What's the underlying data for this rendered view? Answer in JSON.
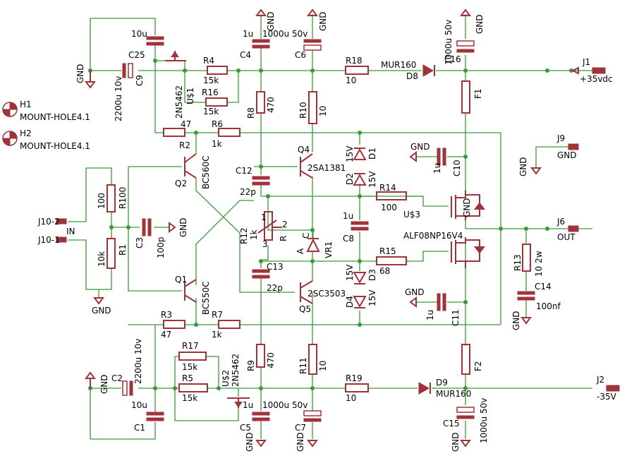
{
  "labels": {
    "H1": "H1",
    "MH1": "MOUNT-HOLE4.1",
    "H2": "H2",
    "MH2": "MOUNT-HOLE4.1",
    "C25v": "10u",
    "C25": "C25",
    "C9v": "2200u 10v",
    "C9": "C9",
    "GNDc9": "GND",
    "R4": "R4",
    "R4v": "15k",
    "R16": "R16",
    "R16v": "15k",
    "U1": "U$1",
    "U1v": "2N5462",
    "C4v": "1u",
    "C4": "C4",
    "GNDc4": "GND",
    "C6v": "1000u 50v",
    "C6": "C6",
    "GNDc6": "GND",
    "R8": "R8",
    "R8v": "470",
    "R10": "R10",
    "R10v": "10",
    "R18": "R18",
    "R18v": "10",
    "D8v": "MUR160",
    "D8": "D8",
    "C16": "C16",
    "C16v": "1000u 50v",
    "GNDc16": "GND",
    "F1": "F1",
    "J1": "J1",
    "J1v": "+35vdc",
    "R2v": "47",
    "R2": "R2",
    "R6": "R6",
    "R6v": "1k",
    "Q2": "Q2",
    "Q2v": "BC560C",
    "Q4": "Q4",
    "Q4v": "2SA1381",
    "C12": "C12",
    "C12v": "22p",
    "D1": "D1",
    "D1v": "15V",
    "D2": "D2",
    "D2v": "15V",
    "GNDc10": "GND",
    "C10v": "1u",
    "C10": "C10",
    "J9": "J9",
    "GNDj9": "GND",
    "GNDj9b": "GND",
    "R100": "R100",
    "R100v": "100",
    "R1": "R1",
    "R1v": "10k",
    "C3": "C3",
    "C3v": "100p",
    "GNDc3": "GND",
    "J102": "J10-2",
    "J101": "J10-1",
    "IN": "IN",
    "R12": "R12",
    "R12v": "1k",
    "pin1": "1",
    "pin2": "2",
    "pin3": "3",
    "Rp": "R",
    "A": "A",
    "Cv": "C",
    "VR1": "VR1",
    "R14": "R14",
    "R14v": "100",
    "U3": "U$3",
    "C8v": "1u",
    "C8": "C8",
    "ALF": "ALF08NP16V4",
    "GNDm": "GND",
    "J6": "J6",
    "OUT": "OUT",
    "R13": "R13",
    "R13v": "10 2w",
    "C14": "C14",
    "C14v": "100nf",
    "GNDc14": "GND",
    "C13": "C13",
    "C13v": "22p",
    "R15": "R15",
    "R15v": "68",
    "D3": "D3",
    "D3v": "15V",
    "D4": "D4",
    "D4v": "15V",
    "Q1": "Q1",
    "Q1v": "BC550C",
    "Q5": "Q5",
    "Q5v": "2SC3503",
    "GNDtop": "GND",
    "GNDc11": "GND",
    "C11v": "1u",
    "C11": "C11",
    "GNDq1": "GND",
    "R3": "R3",
    "R3v": "47",
    "R7": "R7",
    "R7v": "1k",
    "R17": "R17",
    "R17v": "15k",
    "R5": "R5",
    "R5v": "15k",
    "U2": "U$2",
    "U2v": "2N5462",
    "R9": "R9",
    "R9v": "470",
    "R11": "R11",
    "R11v": "10",
    "R19": "R19",
    "R19v": "10",
    "D9": "D9",
    "D9v": "MUR160",
    "F2": "F2",
    "J2": "J2",
    "J2v": "-35V",
    "C2": "C2",
    "C2v": "2200u 10v",
    "GNDc2": "GND",
    "C1v": "10u",
    "C1": "C1",
    "C5v": "1u",
    "C5": "C5",
    "GNDc5": "GND",
    "C7v": "1000u 50v",
    "C7": "C7",
    "GNDc7": "GND",
    "C15": "C15",
    "C15v": "1000u 50v",
    "GNDc15": "GND"
  }
}
